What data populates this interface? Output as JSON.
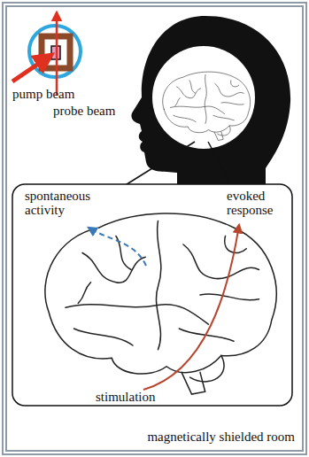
{
  "diagram": {
    "nodes": [
      {
        "text": [
          "magnetically shielded room"
        ]
      }
    ],
    "labels": [
      "pump beam",
      "probe beam",
      "spontaneous activity",
      "evoked response",
      "stimulation"
    ]
  }
}
